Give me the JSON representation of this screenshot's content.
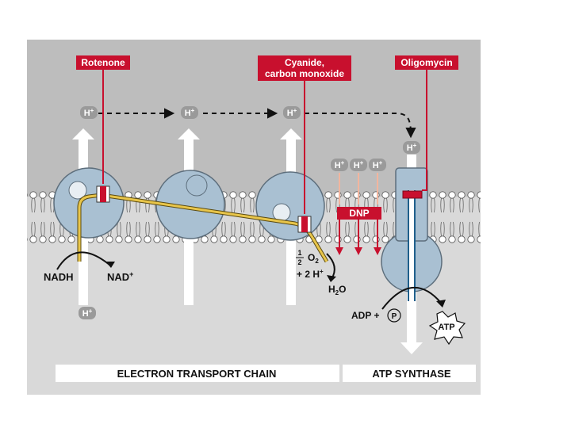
{
  "inhibitors": {
    "rotenone": "Rotenone",
    "cyanide_line1": "Cyanide,",
    "cyanide_line2": "carbon monoxide",
    "oligomycin": "Oligomycin",
    "dnp": "DNP"
  },
  "ions": {
    "h_plus": "H",
    "plus": "+"
  },
  "reactants": {
    "nadh": "NADH",
    "nad_plus": "NAD",
    "half_num": "1",
    "half_den": "2",
    "o2": "O",
    "o2_sub": "2",
    "two_h": "+ 2 H",
    "h2o_h": "H",
    "h2o_sub": "2",
    "h2o_o": "O",
    "adp": "ADP +",
    "p": "P",
    "atp": "ATP"
  },
  "captions": {
    "etc": "ELECTRON TRANSPORT CHAIN",
    "atp_synthase": "ATP SYNTHASE"
  },
  "colors": {
    "panel": "#d9d9d9",
    "band": "#bdbdbd",
    "complex": "#a9c0d2",
    "inhibitor_red": "#c8102e",
    "electron_path": "#e8c54a",
    "ion_badge": "#9a9a9a"
  }
}
